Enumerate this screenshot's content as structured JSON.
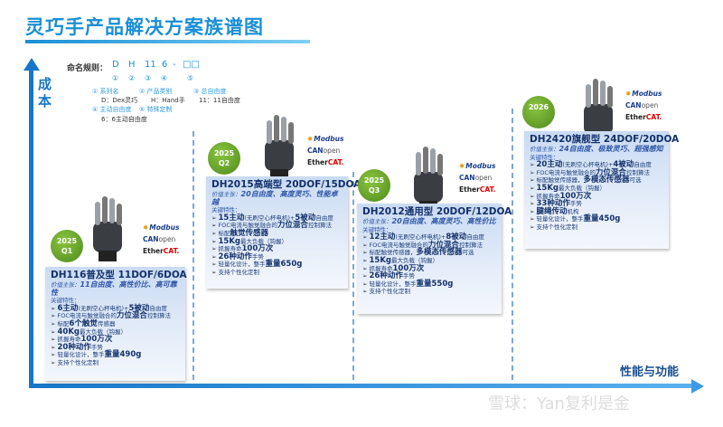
{
  "title": "灵巧手产品解决方案族谱图",
  "axes": {
    "y": "成本",
    "x": "性能与功能"
  },
  "naming": {
    "label": "命名规则：",
    "codes": [
      "D",
      "H",
      "11",
      "6",
      "-",
      "□□"
    ],
    "nums": [
      "①",
      "②",
      "③",
      "④",
      "⑤"
    ],
    "legend": [
      "① 系列名",
      "② 产品类别",
      "③ 总自由度",
      "④ 主动自由度",
      "⑤ 特殊定制"
    ],
    "examples": [
      "D：Dex灵巧",
      "H：Hand手",
      "11：11自由度",
      "6：6主动自由度"
    ]
  },
  "protocols": {
    "modbus": "Modbus",
    "can": "CAN",
    "open": "open",
    "ether": "Ether",
    "cat": "CAT."
  },
  "watermark": "雪球：Yan复利是金",
  "products": [
    {
      "badge_year": "2025",
      "badge_q": "Q1",
      "title": "DH116普及型 11DOF/6DOA",
      "value_label": "价值主张：",
      "value": "11自由度、高性价比、高可靠性",
      "features_label": "关键特性：",
      "items": [
        [
          [
            "6主动",
            1
          ],
          [
            "(无刷空心杯电机)+",
            0
          ],
          [
            "5被动",
            1
          ],
          [
            "自由度",
            0
          ]
        ],
        [
          [
            "FOC电流与触觉融合的",
            0
          ],
          [
            "力位混合",
            1
          ],
          [
            "控制算法",
            0
          ]
        ],
        [
          [
            "标配",
            0
          ],
          [
            "6个触觉",
            1
          ],
          [
            "传感器",
            0
          ]
        ],
        [
          [
            "40Kg",
            1
          ],
          [
            "最大负载（钩握）",
            0
          ]
        ],
        [
          [
            "抓握寿命",
            0
          ],
          [
            "100万次",
            1
          ]
        ],
        [
          [
            "20种动作",
            1
          ],
          [
            "手势",
            0
          ]
        ],
        [
          [
            "轻量化设计，整手",
            0
          ],
          [
            "重量490g",
            1
          ]
        ],
        [
          [
            "支持个性化定制",
            0
          ]
        ]
      ]
    },
    {
      "badge_year": "2025",
      "badge_q": "Q2",
      "title": "DH2015高端型 20DOF/15DOA",
      "value_label": "价值主张：",
      "value": "20自由度、高度灵巧、性能卓越",
      "features_label": "关键特性：",
      "items": [
        [
          [
            "15主动",
            1
          ],
          [
            "(无刷空心杯电机)+",
            0
          ],
          [
            "5被动",
            1
          ],
          [
            "自由度",
            0
          ]
        ],
        [
          [
            "FOC电流与触觉融合的",
            0
          ],
          [
            "力位混合",
            1
          ],
          [
            "控制算法",
            0
          ]
        ],
        [
          [
            "标配",
            0
          ],
          [
            "触觉传感器",
            1
          ]
        ],
        [
          [
            "15Kg",
            1
          ],
          [
            "最大负载（钩握）",
            0
          ]
        ],
        [
          [
            "抓握寿命",
            0
          ],
          [
            "100万次",
            1
          ]
        ],
        [
          [
            "26种动作",
            1
          ],
          [
            "手势",
            0
          ]
        ],
        [
          [
            "轻量化设计，整手",
            0
          ],
          [
            "重量650g",
            1
          ]
        ],
        [
          [
            "支持个性化定制",
            0
          ]
        ]
      ]
    },
    {
      "badge_year": "2025",
      "badge_q": "Q3",
      "title": "DH2012通用型 20DOF/12DOA",
      "value_label": "价值主张：",
      "value": "20自由度、高度灵巧、高性价比",
      "features_label": "关键特性：",
      "items": [
        [
          [
            "12主动",
            1
          ],
          [
            "(无刷空心杯电机)+",
            0
          ],
          [
            "8被动",
            1
          ],
          [
            "自由度",
            0
          ]
        ],
        [
          [
            "FOC电流与触觉融合的",
            0
          ],
          [
            "力位混合",
            1
          ],
          [
            "控制算法",
            0
          ]
        ],
        [
          [
            "标配触觉传感器，",
            0
          ],
          [
            "多模态传感器",
            1
          ],
          [
            "可选",
            0
          ]
        ],
        [
          [
            "15Kg",
            1
          ],
          [
            "最大负载（钩握）",
            0
          ]
        ],
        [
          [
            "抓握寿命",
            0
          ],
          [
            "100万次",
            1
          ]
        ],
        [
          [
            "26种动作",
            1
          ],
          [
            "手势",
            0
          ]
        ],
        [
          [
            "轻量化设计，整手",
            0
          ],
          [
            "重量550g",
            1
          ]
        ],
        [
          [
            "支持个性化定制",
            0
          ]
        ]
      ]
    },
    {
      "badge_year": "2026",
      "badge_q": "",
      "title": "DH2420旗舰型 24DOF/20DOA",
      "value_label": "价值主张：",
      "value": "24自由度、极致灵巧、超强感知",
      "features_label": "关键特性：",
      "items": [
        [
          [
            "20主动",
            1
          ],
          [
            "(无刷空心杯电机)+",
            0
          ],
          [
            "4被动",
            1
          ],
          [
            "自由度",
            0
          ]
        ],
        [
          [
            "FOC电流与触觉融合的",
            0
          ],
          [
            "力位混合",
            1
          ],
          [
            "控制算法",
            0
          ]
        ],
        [
          [
            "标配触觉传感器，",
            0
          ],
          [
            "多模态传感器",
            1
          ],
          [
            "可选",
            0
          ]
        ],
        [
          [
            "15Kg",
            1
          ],
          [
            "最大负载（钩握）",
            0
          ]
        ],
        [
          [
            "抓握寿命",
            0
          ],
          [
            "100万次",
            1
          ]
        ],
        [
          [
            "33种动作",
            1
          ],
          [
            "手势",
            0
          ]
        ],
        [
          [
            "腱绳传动",
            1
          ],
          [
            "机构",
            0
          ]
        ],
        [
          [
            "轻量化设计，整手",
            0
          ],
          [
            "重量450g",
            1
          ]
        ],
        [
          [
            "支持个性化定制",
            0
          ]
        ]
      ]
    }
  ]
}
